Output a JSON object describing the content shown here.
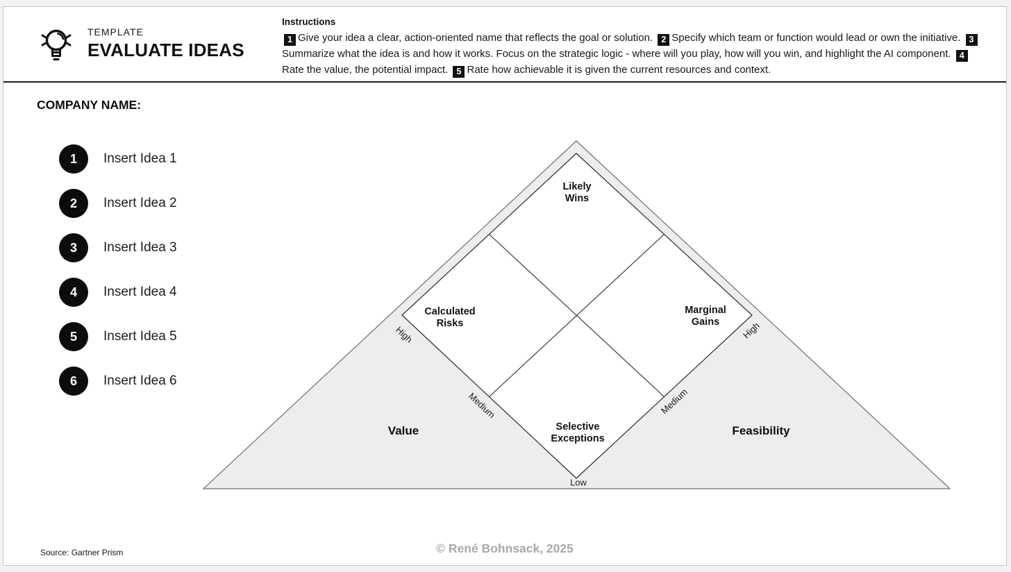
{
  "header": {
    "template_label": "TEMPLATE",
    "title": "EVALUATE IDEAS",
    "instructions_title": "Instructions",
    "instructions": [
      {
        "badge": "1",
        "text": "Give your idea a clear, action-oriented name that reflects the goal or solution."
      },
      {
        "badge": "2",
        "text": "Specify which team or function would lead or own the initiative."
      },
      {
        "badge": "3",
        "text": "Summarize what the idea is and how it works. Focus on the strategic logic - where will you play, how will you win, and highlight the AI component."
      },
      {
        "badge": "4",
        "text": "Rate the value, the potential impact."
      },
      {
        "badge": "5",
        "text": "Rate how achievable it is given the current resources and context."
      }
    ]
  },
  "company": {
    "label": "COMPANY NAME:"
  },
  "ideas": [
    {
      "number": "1",
      "label": "Insert Idea 1"
    },
    {
      "number": "2",
      "label": "Insert Idea 2"
    },
    {
      "number": "3",
      "label": "Insert Idea 3"
    },
    {
      "number": "4",
      "label": "Insert Idea 4"
    },
    {
      "number": "5",
      "label": "Insert Idea 5"
    },
    {
      "number": "6",
      "label": "Insert Idea 6"
    }
  ],
  "diagram": {
    "quadrants": {
      "top": "Likely Wins",
      "left": "Calculated Risks",
      "right": "Marginal Gains",
      "bottom": "Selective Exceptions"
    },
    "axes": {
      "left_name": "Value",
      "right_name": "Feasibility",
      "left_high": "High",
      "left_medium": "Medium",
      "right_high": "High",
      "right_medium": "Medium",
      "shared_low": "Low"
    },
    "colors": {
      "triangle_fill": "#ededed",
      "diamond_fill": "#ffffff",
      "triangle_stroke": "#6f6f6f",
      "diamond_stroke": "#2b2b2b"
    }
  },
  "footer": {
    "source": "Source: Gartner Prism",
    "copyright": "© René Bohnsack, 2025"
  }
}
